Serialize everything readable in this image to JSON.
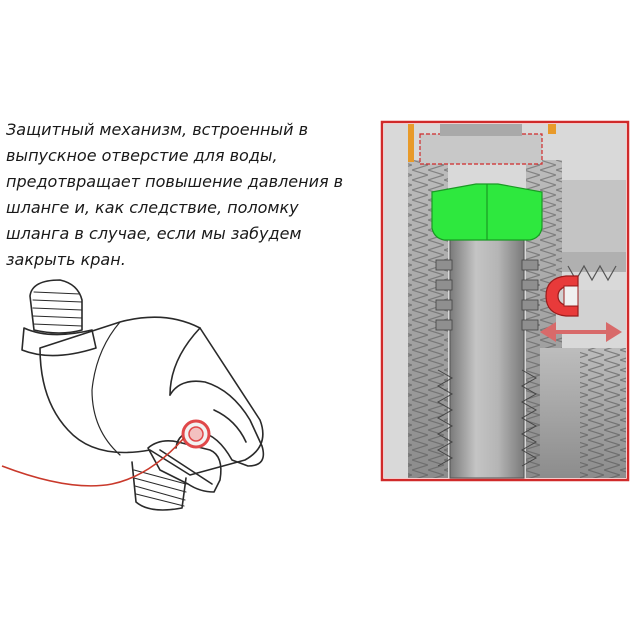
{
  "caption": {
    "text": "Защитный механизм, встроенный в\nвыпускное отверстие для воды,\nпредотвращает повышение давления в\nшланге и, как следствие, поломку\nшланга в случае, если мы забудем\nзакрыть кран."
  },
  "colors": {
    "frame": "#d02a2a",
    "pointer_line": "#c9392b",
    "highlight_ring": "#e0484a",
    "seal_green": "#2ee83e",
    "valve_red": "#e83a3a",
    "arrow_red": "#d86a6a",
    "metal_light": "#c9c9c9",
    "metal_mid": "#9c9c9c",
    "metal_dark": "#6b6b6b",
    "brass": "#e89a2a"
  },
  "icons": {
    "left": "shower-holder-illustration",
    "right": "cross-section-illustration",
    "arrow": "double-arrow-icon"
  }
}
